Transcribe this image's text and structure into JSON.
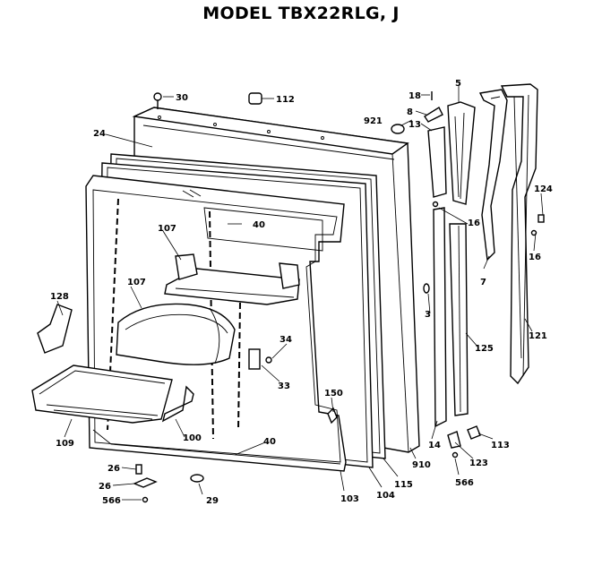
{
  "title": "MODEL TBX22RLG, J",
  "callouts": {
    "c30": "30",
    "c112": "112",
    "c18": "18",
    "c5": "5",
    "c8": "8",
    "c921": "921",
    "c13": "13",
    "c24": "24",
    "c107a": "107",
    "c40a": "40",
    "c16a": "16",
    "c124": "124",
    "c16b": "16",
    "c7": "7",
    "c3": "3",
    "c128": "128",
    "c107b": "107",
    "c125": "125",
    "c121": "121",
    "c34": "34",
    "c33": "33",
    "c150": "150",
    "c109": "109",
    "c100": "100",
    "c40b": "40",
    "c14": "14",
    "c113": "113",
    "c910": "910",
    "c123": "123",
    "c26a": "26",
    "c26b": "26",
    "c566a": "566",
    "c29": "29",
    "c103": "103",
    "c104": "104",
    "c115": "115",
    "c566b": "566"
  }
}
